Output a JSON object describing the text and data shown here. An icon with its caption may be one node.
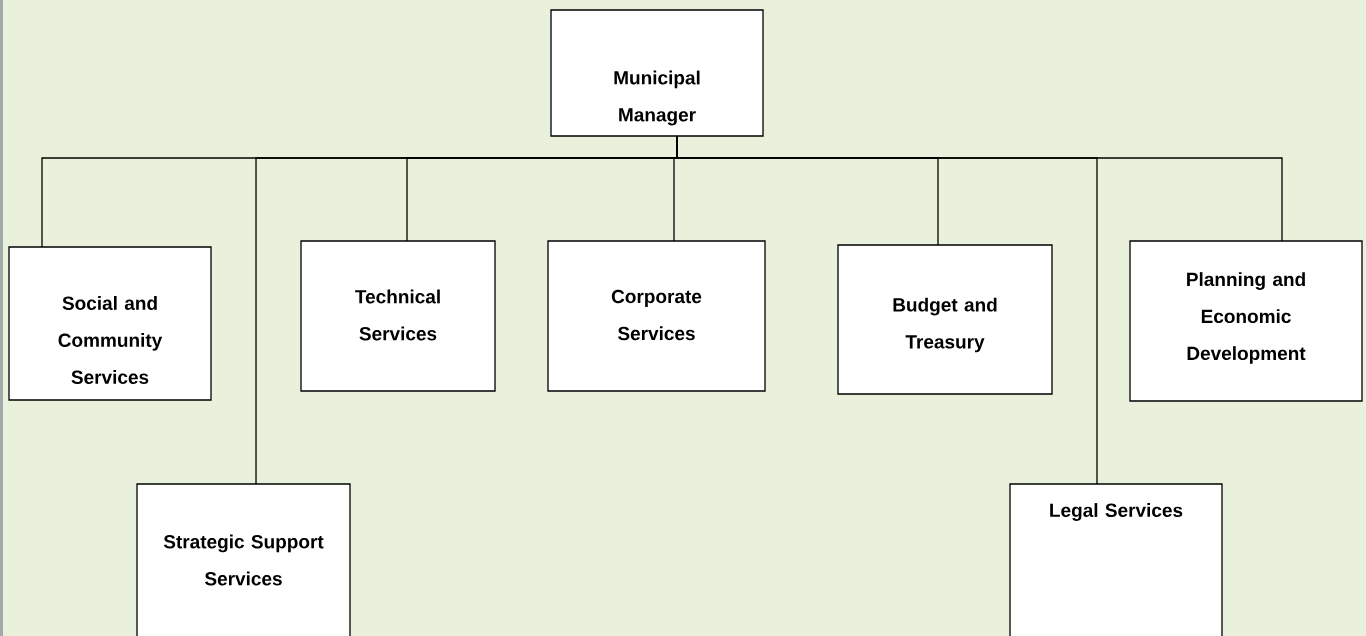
{
  "diagram": {
    "nodes": [
      {
        "text": [
          "Municipal Manager"
        ]
      },
      {
        "text": [
          "Social and Community Services"
        ]
      },
      {
        "text": [
          "Technical Services"
        ]
      },
      {
        "text": [
          "Corporate Services"
        ]
      },
      {
        "text": [
          "Budget and Treasury"
        ]
      },
      {
        "text": [
          "Planning and Economic Development"
        ]
      },
      {
        "text": [
          "Strategic Support Services"
        ]
      },
      {
        "text": [
          "Legal Services"
        ]
      }
    ],
    "edges": [
      {
        "from": 0,
        "to": 1,
        "arrow": "none"
      },
      {
        "from": 0,
        "to": 6,
        "arrow": "none"
      },
      {
        "from": 0,
        "to": 2,
        "arrow": "none"
      },
      {
        "from": 0,
        "to": 3,
        "arrow": "none"
      },
      {
        "from": 0,
        "to": 4,
        "arrow": "none"
      },
      {
        "from": 0,
        "to": 7,
        "arrow": "none"
      },
      {
        "from": 0,
        "to": 5,
        "arrow": "none"
      }
    ]
  }
}
